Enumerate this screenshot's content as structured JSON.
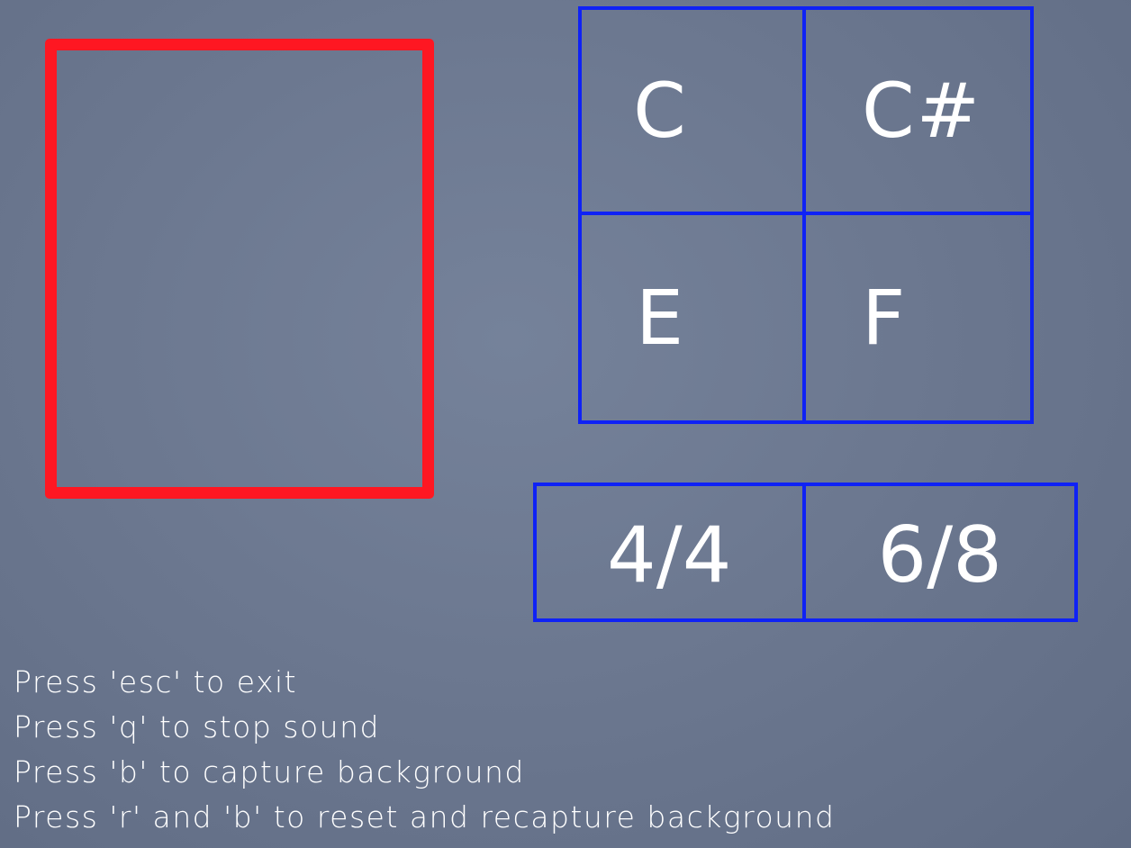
{
  "notes": {
    "cells": [
      {
        "label": "C"
      },
      {
        "label": "C#"
      },
      {
        "label": "E"
      },
      {
        "label": "F"
      }
    ]
  },
  "time_signatures": {
    "cells": [
      {
        "label": "4/4"
      },
      {
        "label": "6/8"
      }
    ]
  },
  "instructions": [
    "Press 'esc' to exit",
    "Press 'q' to stop sound",
    "Press 'b' to capture background",
    "Press 'r' and 'b' to reset and recapture background"
  ],
  "colors": {
    "capture_box": "#fe1722",
    "grid_lines": "#0f22f5",
    "text": "#ffffff",
    "background": "#6c7890"
  }
}
